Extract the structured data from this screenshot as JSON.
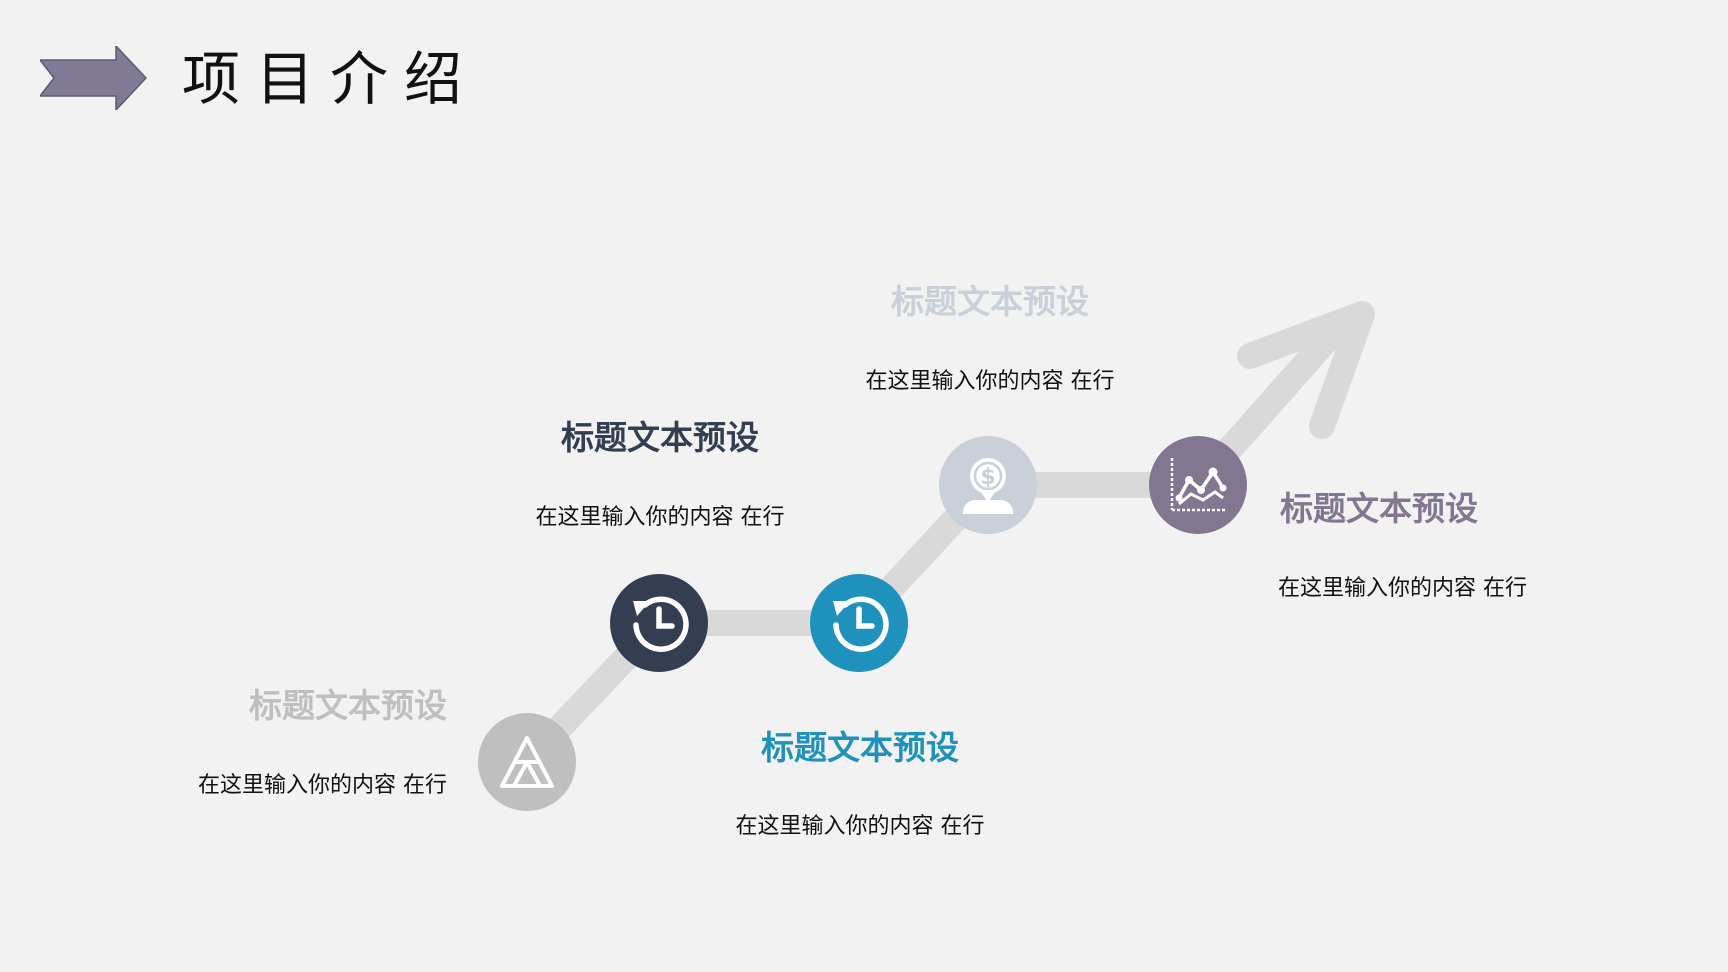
{
  "header": {
    "title": "项目介绍",
    "arrow_icon": "right-arrow-icon",
    "arrow_color": "#807a96"
  },
  "colors": {
    "path": "#d9d9d9",
    "step1": "#bfbfbf",
    "step2": "#333f50",
    "step3": "#1f91bd",
    "step4": "#c9d0da",
    "step5": "#837691"
  },
  "steps": [
    {
      "title": "标题文本预设",
      "desc": "在这里输入你的内容 在行",
      "icon": "triangle-pyramid-icon",
      "title_color": "#bfbfbf"
    },
    {
      "title": "标题文本预设",
      "desc": "在这里输入你的内容 在行",
      "icon": "history-clock-icon",
      "title_color": "#333f50"
    },
    {
      "title": "标题文本预设",
      "desc": "在这里输入你的内容 在行",
      "icon": "history-clock-icon",
      "title_color": "#1f91bd"
    },
    {
      "title": "标题文本预设",
      "desc": "在这里输入你的内容 在行",
      "icon": "dollar-pin-icon",
      "title_color": "#c9d0da"
    },
    {
      "title": "标题文本预设",
      "desc": "在这里输入你的内容 在行",
      "icon": "line-chart-icon",
      "title_color": "#837691"
    }
  ]
}
